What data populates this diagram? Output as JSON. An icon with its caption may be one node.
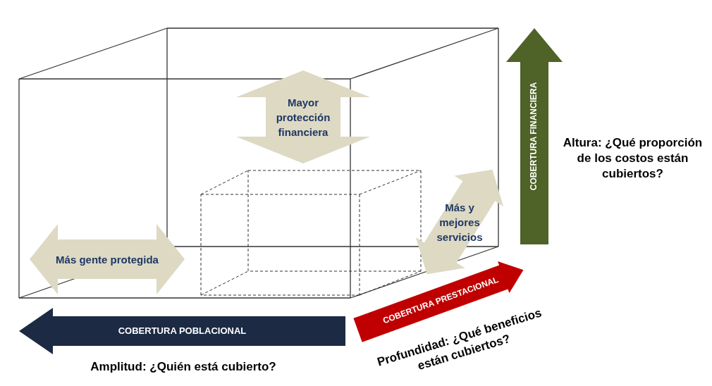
{
  "diagram": {
    "nodes": [
      {
        "text": [
          "Mayor protección financiera"
        ]
      },
      {
        "text": [
          "COBERTURA FINANCIERA"
        ],
        "beside": [
          "Altura: ¿Qué proporción de los costos están cubiertos?"
        ]
      },
      {
        "text": [
          "Más y mejores servicios"
        ]
      },
      {
        "text": [
          "Más gente protegida"
        ]
      },
      {
        "text": [
          "COBERTURA PRESTACIONAL"
        ],
        "beside": [
          "Profundidad: ¿Qué beneficios están cubiertos?"
        ]
      },
      {
        "text": [
          "COBERTURA POBLACIONAL"
        ],
        "beside": [
          "Amplitud: ¿Quién está cubierto?"
        ]
      }
    ]
  }
}
